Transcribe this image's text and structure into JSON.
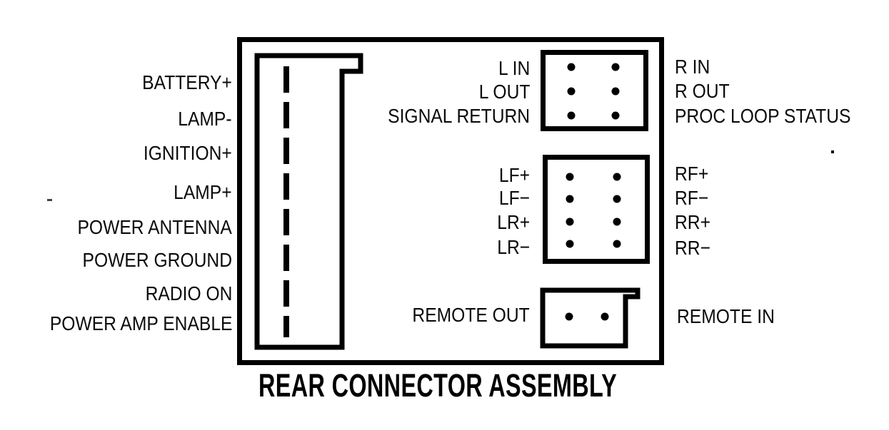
{
  "title": "REAR CONNECTOR ASSEMBLY",
  "colors": {
    "ink": "#000000",
    "background": "#ffffff"
  },
  "power_connector": {
    "description": "keyed power connector with dashed center line",
    "labels": [
      "BATTERY+",
      "LAMP-",
      "IGNITION+",
      "LAMP+",
      "POWER ANTENNA",
      "POWER GROUND",
      "RADIO ON",
      "POWER AMP ENABLE"
    ]
  },
  "line_block": {
    "pins": 6,
    "left_labels": [
      "L IN",
      "L OUT",
      "SIGNAL RETURN"
    ],
    "right_labels": [
      "R IN",
      "R OUT",
      "PROC LOOP STATUS"
    ]
  },
  "speaker_block": {
    "pins": 8,
    "left_labels": [
      "LF+",
      "LF−",
      "LR+",
      "LR−"
    ],
    "right_labels": [
      "RF+",
      "RF−",
      "RR+",
      "RR−"
    ]
  },
  "remote_block": {
    "pins": 2,
    "left_labels": [
      "REMOTE OUT"
    ],
    "right_labels": [
      "REMOTE IN"
    ]
  }
}
